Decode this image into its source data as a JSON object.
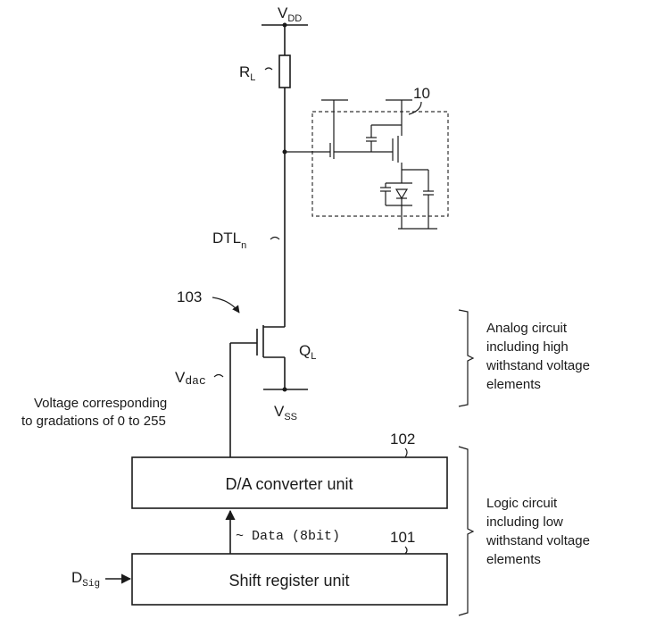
{
  "labels": {
    "vdd": "V",
    "vdd_sub": "DD",
    "rl": "R",
    "rl_sub": "L",
    "pixel_ref": "10",
    "dtl": "DTL",
    "dtl_sub": "n",
    "ref_103": "103",
    "ql": "Q",
    "ql_sub": "L",
    "vdac": "V",
    "vdac_sub": "dac",
    "vss": "V",
    "vss_sub": "SS",
    "voltage_line1": "Voltage corresponding",
    "voltage_line2": "to gradations of 0 to 255",
    "ref_102": "102",
    "ref_101": "101",
    "data_label": "Data (8bit)",
    "dsig": "D",
    "dsig_sub": "Sig"
  },
  "blocks": {
    "da_converter": "D/A converter unit",
    "shift_register": "Shift register unit"
  },
  "annotations": {
    "analog": [
      "Analog circuit",
      "including high",
      "withstand voltage",
      "elements"
    ],
    "logic": [
      "Logic circuit",
      "including low",
      "withstand voltage",
      "elements"
    ]
  }
}
